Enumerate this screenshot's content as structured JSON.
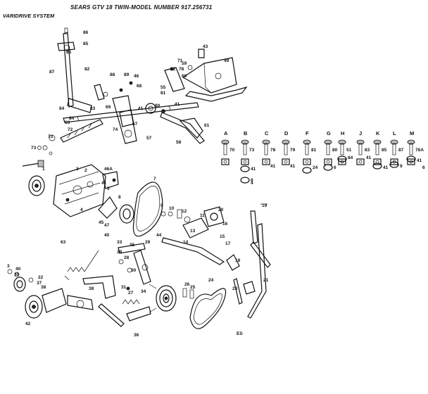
{
  "header": {
    "title": "SEARS GTV 18 TWIN-MODEL NUMBER 917.256731",
    "subtitle": "VARIDRIVE SYSTEM"
  },
  "hardware_letters": [
    "A",
    "B",
    "C",
    "D",
    "F",
    "G",
    "H",
    "J",
    "K",
    "L",
    "M"
  ],
  "hardware_part_numbers": [
    "70",
    "73",
    "78",
    "79",
    "81",
    "80",
    "51",
    "83",
    "85",
    "87",
    "76A"
  ],
  "hardware_lower_numbers": [
    "41",
    "4",
    "41",
    "41",
    "8",
    "24",
    "6",
    "84",
    "41",
    "41",
    "9",
    "41",
    "6"
  ],
  "callouts": {
    "upper": [
      "86",
      "85",
      "85",
      "87",
      "82",
      "88",
      "89",
      "46",
      "43",
      "49",
      "84",
      "68",
      "71",
      "62",
      "78",
      "81",
      "80",
      "74",
      "41",
      "59",
      "60",
      "55",
      "57",
      "58",
      "69",
      "61",
      "41",
      "57",
      "83",
      "84",
      "63",
      "72",
      "73",
      "73"
    ],
    "middle": [
      "1",
      "2",
      "3",
      "46A",
      "41",
      "5",
      "4",
      "7",
      "8",
      "9",
      "10",
      "11",
      "12",
      "13",
      "14",
      "15",
      "16",
      "17",
      "18",
      "19",
      "20",
      "45",
      "44",
      "47",
      "39",
      "40"
    ],
    "lower": [
      "63",
      "3",
      "40",
      "22",
      "39",
      "37",
      "38",
      "38",
      "36",
      "34",
      "33",
      "35",
      "29",
      "28",
      "30",
      "27",
      "26",
      "25",
      "24",
      "23",
      "21",
      "31",
      "42"
    ]
  },
  "page_mark": "ES"
}
